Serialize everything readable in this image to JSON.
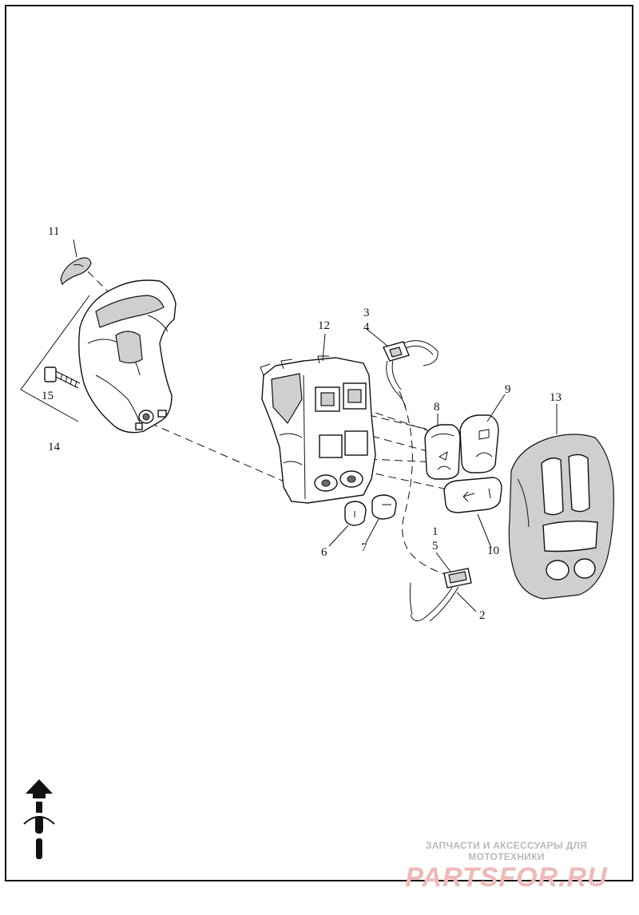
{
  "callouts": {
    "c1": "1",
    "c2": "2",
    "c3": "3",
    "c4": "4",
    "c5": "5",
    "c6": "6",
    "c7": "7",
    "c8": "8",
    "c9": "9",
    "c10": "10",
    "c11": "11",
    "c12": "12",
    "c13": "13",
    "c14": "14",
    "c15": "15"
  },
  "watermark": {
    "tagline": "ЗАПЧАСТИ И АКСЕССУАРЫ ДЛЯ МОТОТЕХНИКИ",
    "brand": "PARTSFOR.RU"
  },
  "icons": {
    "orientation": "motorcycle-front-arrow-icon"
  },
  "colors": {
    "line": "#111111",
    "shade": "#cfcfcf",
    "watermark_brand": "#f0b8b8",
    "watermark_text": "#b9b9b9"
  }
}
